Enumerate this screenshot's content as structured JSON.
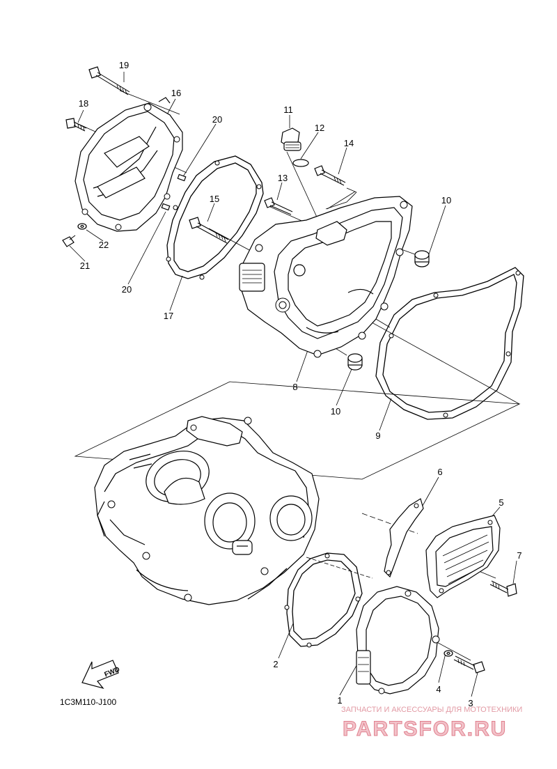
{
  "diagram": {
    "code": "1C3M110-J100",
    "fwd_label": "FWD",
    "part_numbers": {
      "p1": "1",
      "p2": "2",
      "p3": "3",
      "p4": "4",
      "p5": "5",
      "p6": "6",
      "p7": "7",
      "p8": "8",
      "p9": "9",
      "p10a": "10",
      "p10b": "10",
      "p11": "11",
      "p12": "12",
      "p13": "13",
      "p14": "14",
      "p15": "15",
      "p16": "16",
      "p17": "17",
      "p18": "18",
      "p19": "19",
      "p20a": "20",
      "p20b": "20",
      "p21": "21",
      "p22": "22"
    }
  },
  "watermark": {
    "tagline": "ЗАПЧАСТИ И АКСЕССУАРЫ ДЛЯ МОТОТЕХНИКИ",
    "brand": "PARTSFOR.RU"
  }
}
